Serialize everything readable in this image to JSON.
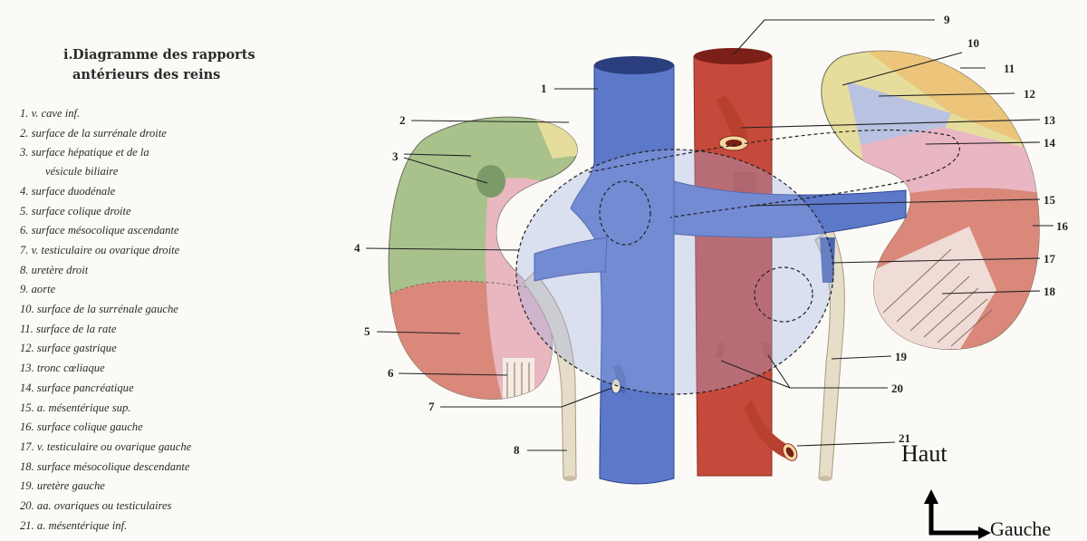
{
  "title": {
    "number": "i.",
    "line1": "Diagramme des rapports",
    "line2": "antérieurs des reins"
  },
  "legend": [
    "1. v. cave inf.",
    "2. surface de la surrénale droite",
    "3. surface hépatique et de la",
    "vésicule biliaire",
    "4. surface duodénale",
    "5. surface colique droite",
    "6. surface mésocolique ascendante",
    "7. v. testiculaire ou ovarique droite",
    "8. uretère droit",
    "9. aorte",
    "10. surface de la surrénale gauche",
    "11. surface de la rate",
    "12. surface gastrique",
    "13. tronc cœliaque",
    "14. surface pancréatique",
    "15. a. mésentérique sup.",
    "16. surface colique gauche",
    "17. v. testiculaire ou ovarique gauche",
    "18. surface mésocolique descendante",
    "19. uretère gauche",
    "20. aa. ovariques ou testiculaires",
    "21. a. mésentérique inf."
  ],
  "labels": {
    "n1": "1",
    "n2": "2",
    "n3": "3",
    "n4": "4",
    "n5": "5",
    "n6": "6",
    "n7": "7",
    "n8": "8",
    "n9": "9",
    "n10": "10",
    "n11": "11",
    "n12": "12",
    "n13": "13",
    "n14": "14",
    "n15": "15",
    "n16": "16",
    "n17": "17",
    "n18": "18",
    "n19": "19",
    "n20": "20",
    "n21": "21"
  },
  "orientation": {
    "up": "Haut",
    "left": "Gauche"
  },
  "colors": {
    "vein": "#5b78c9",
    "artery": "#c64a3b",
    "hepatic": "#a9c28c",
    "colic": "#d9887a",
    "mesocolic": "#e8b7bf",
    "spleen": "#ecc57a",
    "gastric": "#b9c2e0",
    "pancreatic": "#e9b6c4",
    "adrenal": "#e6dd9c",
    "ureter": "#e5ddc8"
  }
}
